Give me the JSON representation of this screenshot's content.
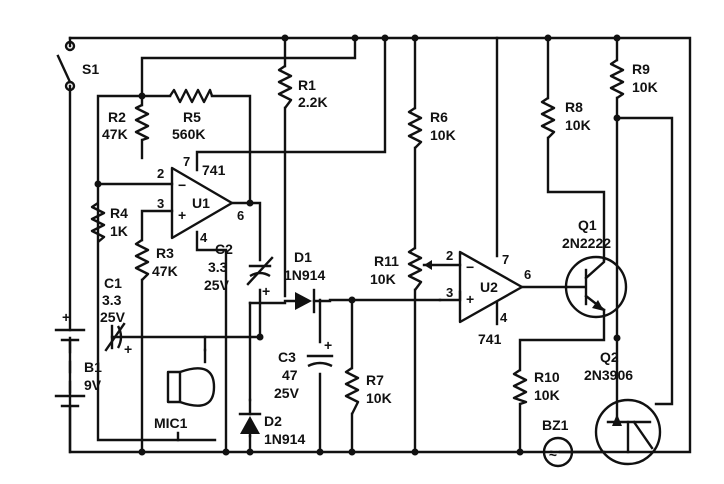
{
  "components": {
    "s1": "S1",
    "b1": [
      "B1",
      "9V"
    ],
    "r1": [
      "R1",
      "2.2K"
    ],
    "r2": [
      "R2",
      "47K"
    ],
    "r3": [
      "R3",
      "47K"
    ],
    "r4": [
      "R4",
      "1K"
    ],
    "r5": [
      "R5",
      "560K"
    ],
    "r6": [
      "R6",
      "10K"
    ],
    "r7": [
      "R7",
      "10K"
    ],
    "r8": [
      "R8",
      "10K"
    ],
    "r9": [
      "R9",
      "10K"
    ],
    "r10": [
      "R10",
      "10K"
    ],
    "r11": [
      "R11",
      "10K"
    ],
    "c1": [
      "C1",
      "3.3",
      "25V"
    ],
    "c2": [
      "C2",
      "3.3",
      "25V"
    ],
    "c3": [
      "C3",
      "47",
      "25V"
    ],
    "d1": [
      "D1",
      "1N914"
    ],
    "d2": [
      "D2",
      "1N914"
    ],
    "u1": {
      "name": "U1",
      "part": "741"
    },
    "u2": {
      "name": "U2",
      "part": "741"
    },
    "q1": [
      "Q1",
      "2N2222"
    ],
    "q2": [
      "Q2",
      "2N3906"
    ],
    "mic1": "MIC1",
    "bz1": "BZ1"
  },
  "pins": {
    "u1_inv": "2",
    "u1_noninv": "3",
    "u1_vplus": "7",
    "u1_out": "6",
    "u1_gnd": "4",
    "u2_inv": "2",
    "u2_noninv": "3",
    "u2_vplus": "7",
    "u2_out": "6",
    "u2_gnd": "4"
  },
  "symbols": {
    "minus": "−",
    "plus": "+",
    "tilde": "≈"
  }
}
